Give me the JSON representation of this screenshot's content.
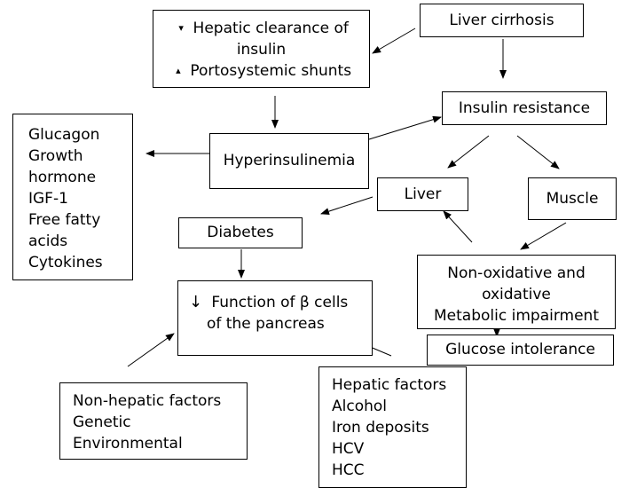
{
  "boxes": {
    "hepatic_clearance": {
      "line1": "Hepatic clearance of",
      "line2": "insulin",
      "line3": "Portosystemic shunts",
      "mark_down": "▾",
      "mark_up": "▴"
    },
    "liver_cirrhosis": {
      "label": "Liver cirrhosis"
    },
    "insulin_resistance": {
      "label": "Insulin resistance"
    },
    "hyperinsulinemia": {
      "label": "Hyperinsulinemia"
    },
    "hormones": {
      "items": [
        "Glucagon",
        "Growth",
        "hormone",
        "IGF-1",
        "Free fatty",
        "acids",
        "Cytokines"
      ]
    },
    "liver": {
      "label": "Liver"
    },
    "muscle": {
      "label": "Muscle"
    },
    "diabetes": {
      "label": "Diabetes"
    },
    "beta_cells": {
      "arrow": "↓",
      "line1": "Function of β cells",
      "line2": "of the pancreas"
    },
    "metabolic": {
      "line1": "Non-oxidative and",
      "line2": "oxidative",
      "line3": "Metabolic impairment"
    },
    "glucose_intolerance": {
      "label": "Glucose intolerance"
    },
    "hepatic_factors": {
      "items": [
        "Hepatic factors",
        "Alcohol",
        "Iron deposits",
        "HCV",
        "HCC"
      ]
    },
    "non_hepatic_factors": {
      "items": [
        "Non-hepatic factors",
        "Genetic",
        "Environmental"
      ]
    }
  }
}
